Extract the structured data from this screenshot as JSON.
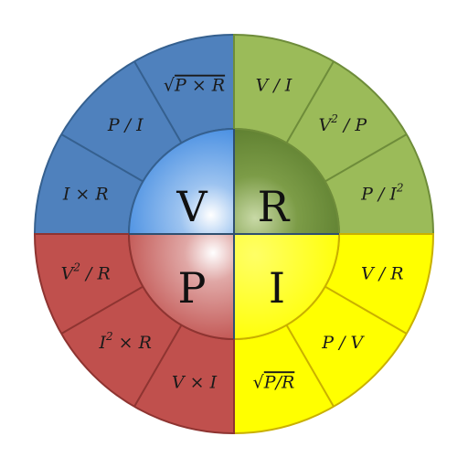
{
  "quadrants": [
    {
      "key": "V",
      "center": "V",
      "outer_color": "#4F81BD",
      "outer_stroke": "#35608F",
      "inner_color": "#4A90E2",
      "formulas": [
        {
          "parts": [
            {
              "t": "I × R"
            }
          ]
        },
        {
          "parts": [
            {
              "t": "P / I"
            }
          ]
        },
        {
          "parts": [
            {
              "t": "√",
              "root": true
            },
            {
              "t": "P × R",
              "over": true
            }
          ]
        }
      ]
    },
    {
      "key": "R",
      "center": "R",
      "outer_color": "#9BBB59",
      "outer_stroke": "#6E8C3A",
      "inner_color": "#6B8E3A",
      "formulas": [
        {
          "parts": [
            {
              "t": "V / I"
            }
          ]
        },
        {
          "parts": [
            {
              "t": "V"
            },
            {
              "t": "2",
              "sup": true
            },
            {
              "t": " / P"
            }
          ]
        },
        {
          "parts": [
            {
              "t": "P / I"
            },
            {
              "t": "2",
              "sup": true
            }
          ]
        }
      ]
    },
    {
      "key": "I",
      "center": "I",
      "outer_color": "#FFFF00",
      "outer_stroke": "#C9B000",
      "inner_color": "#FFFF00",
      "formulas": [
        {
          "parts": [
            {
              "t": "V / R"
            }
          ]
        },
        {
          "parts": [
            {
              "t": "P / V"
            }
          ]
        },
        {
          "parts": [
            {
              "t": "√",
              "root": true
            },
            {
              "t": "P/R",
              "over": true
            }
          ]
        }
      ]
    },
    {
      "key": "P",
      "center": "P",
      "outer_color": "#C0504D",
      "outer_stroke": "#8E3431",
      "inner_color": "#C0504D",
      "formulas": [
        {
          "parts": [
            {
              "t": "V × I"
            }
          ]
        },
        {
          "parts": [
            {
              "t": "I"
            },
            {
              "t": "2",
              "sup": true
            },
            {
              "t": " × R"
            }
          ]
        },
        {
          "parts": [
            {
              "t": "V"
            },
            {
              "t": "2",
              "sup": true
            },
            {
              "t": " / R"
            }
          ]
        }
      ]
    }
  ]
}
